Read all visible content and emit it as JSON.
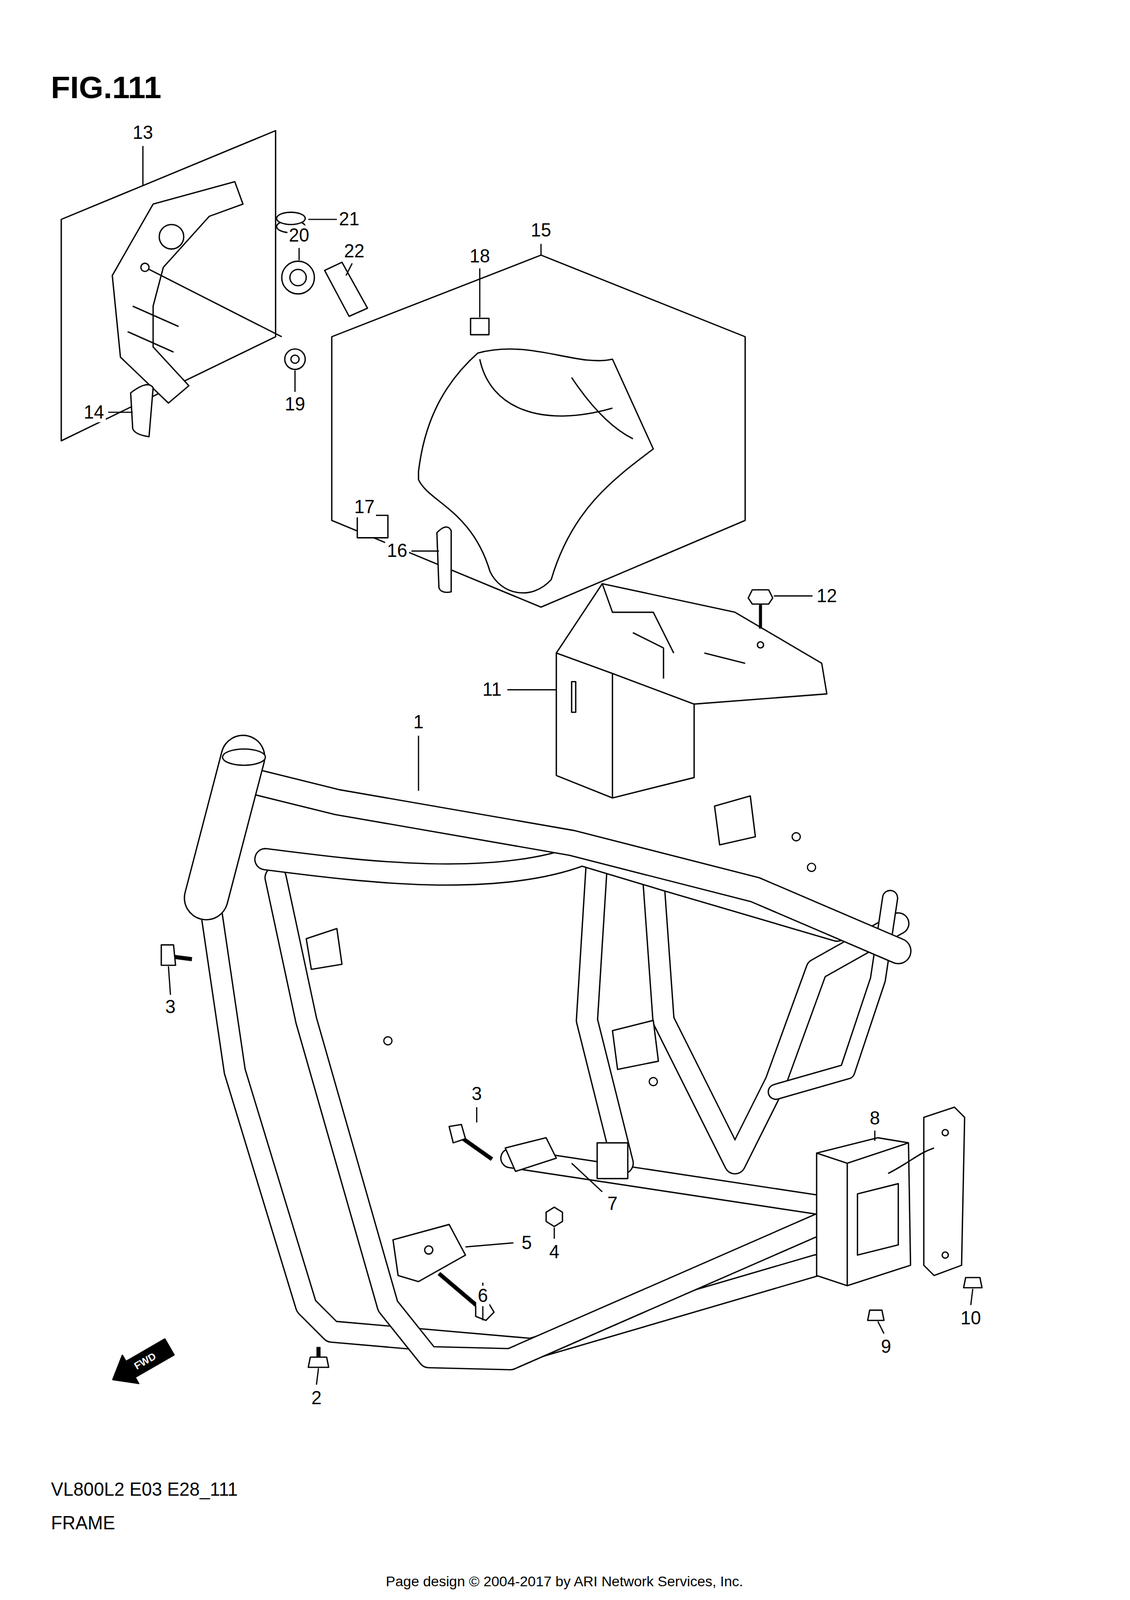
{
  "diagram": {
    "title": "FIG.111",
    "labels": [
      "13",
      "21",
      "22",
      "20",
      "15",
      "18",
      "19",
      "14",
      "17",
      "16",
      "12",
      "11",
      "1",
      "3",
      "3",
      "8",
      "7",
      "5",
      "4",
      "6",
      "9",
      "10",
      "2",
      "FWD",
      "VL800L2 E03 E28_111",
      "FRAME",
      "Page design © 2004-2017 by ARI Network Services, Inc."
    ]
  }
}
